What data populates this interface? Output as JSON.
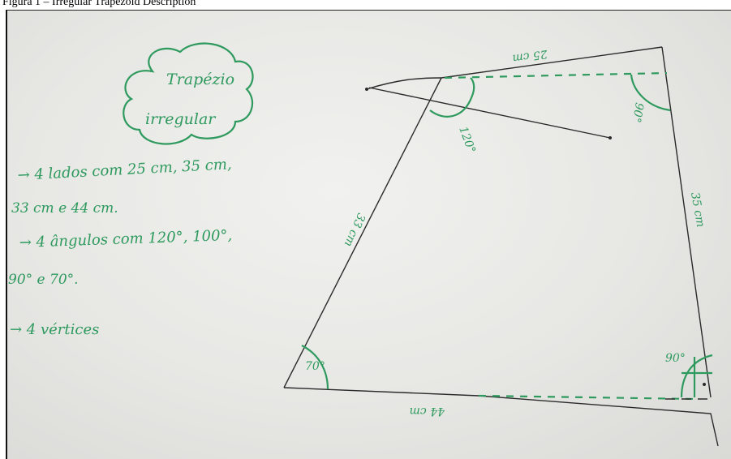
{
  "caption_fragment": "Figura 1 – Irregular Trapezoid Description",
  "title": {
    "line1": "Trapézio",
    "line2": "irregular"
  },
  "notes": [
    "→ 4 lados com 25 cm, 35 cm,",
    "33 cm e 44 cm.",
    "→ 4 ângulos com 120°, 100°,",
    "90° e 70°.",
    "→ 4 vértices"
  ],
  "side_labels": {
    "top": "25 cm",
    "right": "35 cm",
    "left": "33 cm",
    "bottom": "44 cm"
  },
  "angle_labels": {
    "top_left": "120°",
    "top_right": "90°",
    "bottom_left": "70°",
    "bottom_right": "90°"
  },
  "colors": {
    "ink_green": "#2e9a5e",
    "pencil": "#2a2a2a",
    "paper": "#ececea"
  }
}
